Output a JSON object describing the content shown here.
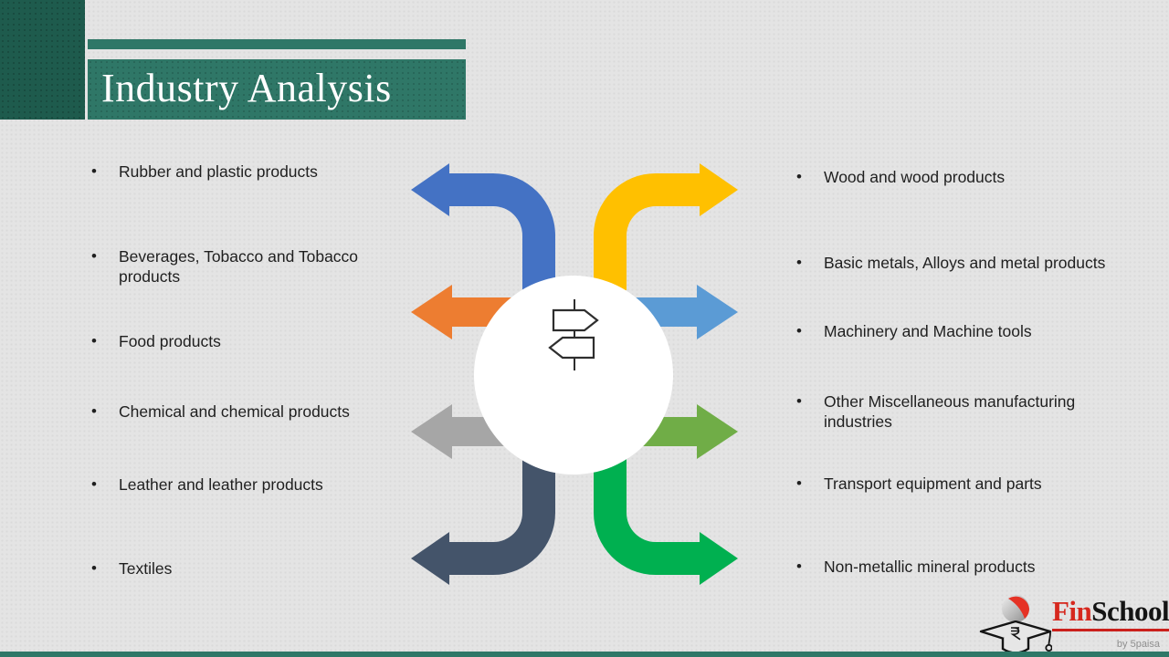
{
  "header": {
    "title": "Industry Analysis"
  },
  "left_list": {
    "items": [
      {
        "label": "Rubber and plastic products"
      },
      {
        "label": "Beverages, Tobacco and Tobacco products"
      },
      {
        "label": "Food products"
      },
      {
        "label": "Chemical and chemical products"
      },
      {
        "label": "Leather and leather products"
      },
      {
        "label": "Textiles"
      }
    ]
  },
  "right_list": {
    "items": [
      {
        "label": "Wood and wood products"
      },
      {
        "label": "Basic metals,  Alloys and metal products"
      },
      {
        "label": "Machinery and Machine tools"
      },
      {
        "label": "Other Miscellaneous manufacturing industries"
      },
      {
        "label": "Transport equipment and parts"
      },
      {
        "label": "Non-metallic mineral products"
      }
    ]
  },
  "diagram": {
    "center_icon": "signpost-icon",
    "arrow_colors": {
      "top_left": "#4472C4",
      "top_right": "#FFC000",
      "mid_left": "#ED7D31",
      "mid_right": "#5B9BD5",
      "low_left": "#A6A6A6",
      "low_right": "#70AD47",
      "bottom_left": "#44546A",
      "bottom_right": "#00B050"
    }
  },
  "logo": {
    "brand_primary": "Fin",
    "brand_secondary": "School",
    "byline": "by 5paisa"
  },
  "theme": {
    "banner_teal": "#2F7767",
    "corner_green": "#1E5B4D",
    "background": "#E4E4E4",
    "text": "#1F1F1F"
  }
}
